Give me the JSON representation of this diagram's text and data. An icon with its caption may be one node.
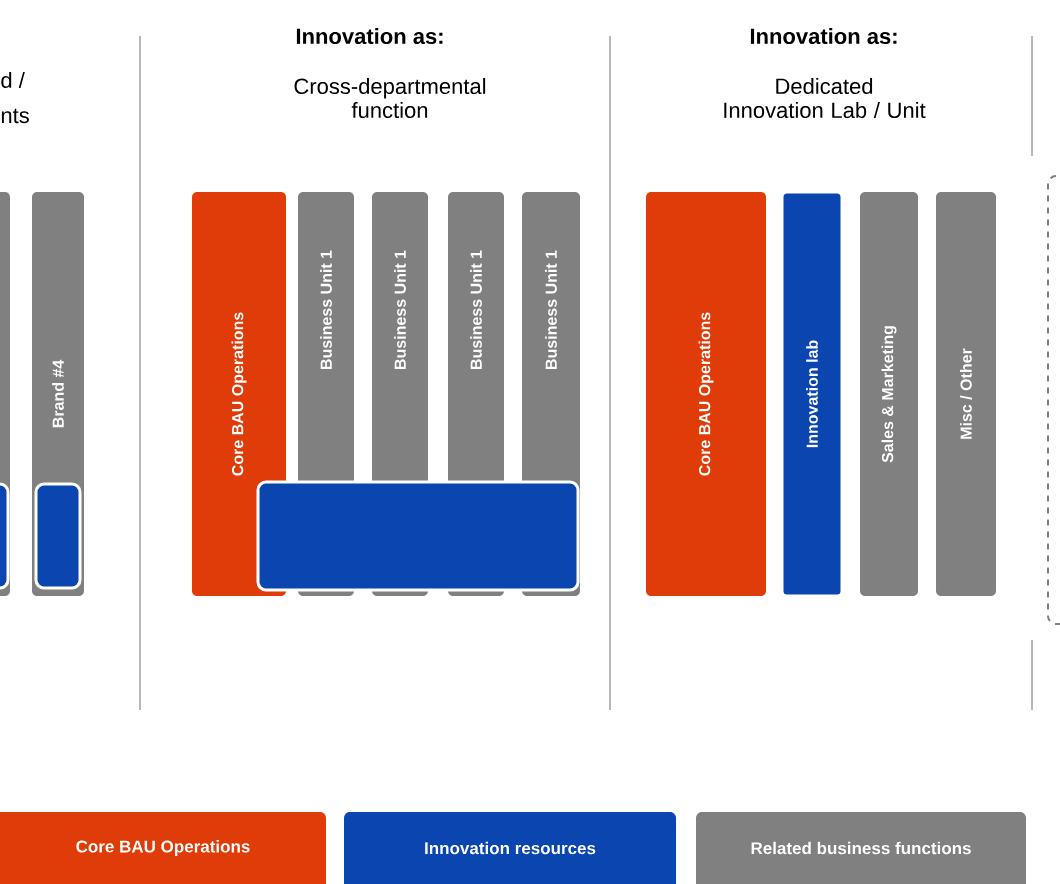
{
  "diagram": {
    "nodes": [
      {
        "text": [],
        "shape": "bar"
      },
      {
        "text": [],
        "shape": "box",
        "in": 0
      },
      {
        "text": [
          "Brand #4"
        ]
      },
      {
        "text": [],
        "shape": "box",
        "in": 2
      },
      {
        "text": [
          "Core BAU Operations"
        ]
      },
      {
        "text": [
          "Business Unit 1"
        ]
      },
      {
        "text": [
          "Business Unit 1"
        ]
      },
      {
        "text": [
          "Business Unit 1"
        ]
      },
      {
        "text": [
          "Business Unit 1"
        ]
      },
      {
        "text": [],
        "shape": "box"
      },
      {
        "text": [
          "Core BAU Operations"
        ]
      },
      {
        "text": [
          "Innovation lab"
        ]
      },
      {
        "text": [
          "Sales & Marketing"
        ]
      },
      {
        "text": [
          "Misc / Other"
        ]
      },
      {
        "text": [],
        "shape": "box"
      }
    ],
    "labels": [
      "d /",
      "nts",
      "Innovation as:",
      "Cross-departmental function",
      "Innovation as:",
      "Dedicated Innovation Lab / Unit"
    ],
    "legend": [
      {
        "text": "Core BAU Operations",
        "color": "#e03c0a"
      },
      {
        "text": "Innovation resources",
        "color": "#0a45b0"
      },
      {
        "text": "Related business functions",
        "color": "#808080"
      }
    ]
  }
}
